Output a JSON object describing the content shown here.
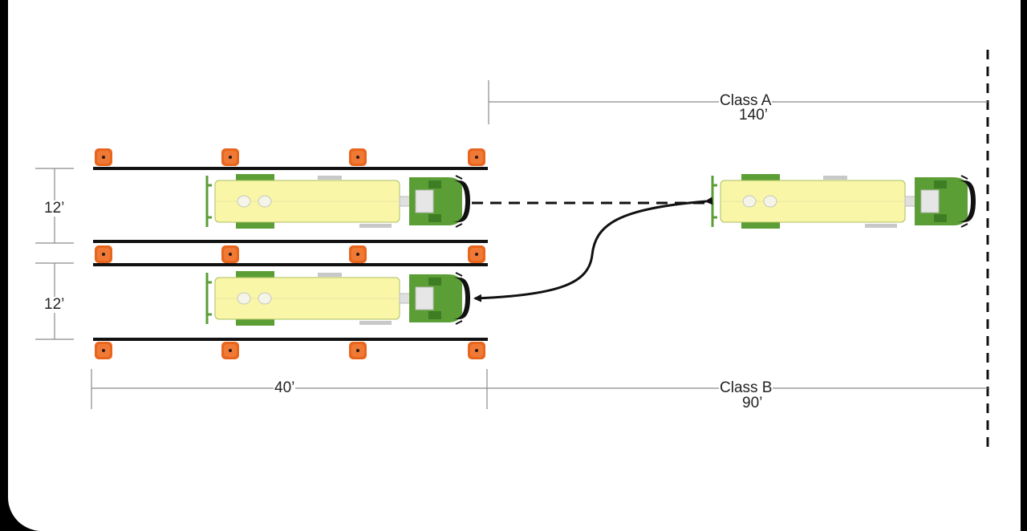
{
  "labels": {
    "class_a": "Class A",
    "class_a_distance": "140’",
    "class_b": "Class B",
    "class_b_distance": "90’",
    "lane_width_top": "12’",
    "lane_width_bottom": "12’",
    "lane_length": "40’"
  },
  "colors": {
    "cone": "#e8651e",
    "truck_cab": "#5a9e35",
    "tank": "#faf6a8",
    "lane_line": "#111111",
    "dimension_line": "#8a8a8a"
  },
  "icons": [
    "traffic-cone-icon",
    "tanker-truck-icon",
    "curved-arrow-icon"
  ]
}
